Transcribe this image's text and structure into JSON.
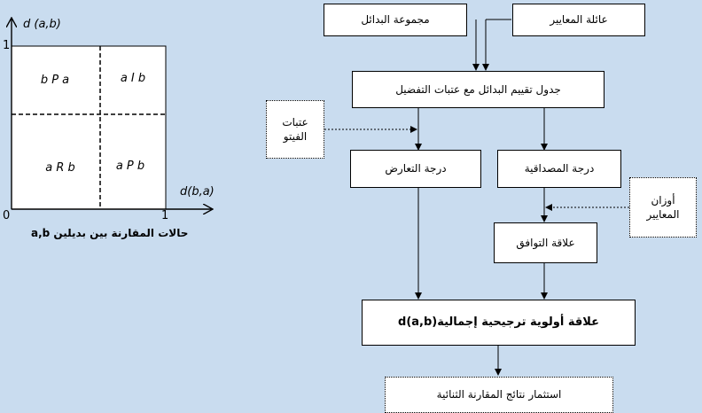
{
  "left_chart": {
    "y_axis_label": "d (a,b)",
    "x_axis_label": "d(b,a)",
    "origin_label": "0",
    "y_tick_label": "1",
    "x_tick_label": "1",
    "quadrants": {
      "top_left": "b P a",
      "top_right": "a I b",
      "bottom_left": "a R b",
      "bottom_right": "a P b"
    },
    "caption": "حالات المقارنة بين بديلين a,b"
  },
  "flow": {
    "alternatives": "مجموعة البدائل",
    "criteria_family": "عائلة المعايير",
    "evaluation_table": "جدول تقييم البدائل مع عتبات التفضيل",
    "veto_thresholds": "عتبات\nالفيتو",
    "discordance": "درجة التعارض",
    "concordance": "درجة المصداقية",
    "criteria_weights": "أوزان\nالمعايير",
    "agreement": "علاقة التوافق",
    "global_preference": "علاقة أولوية ترجيحية إجمالية(d(a,b",
    "exploitation": "استثمار نتائج المقارنة الثنائية"
  }
}
